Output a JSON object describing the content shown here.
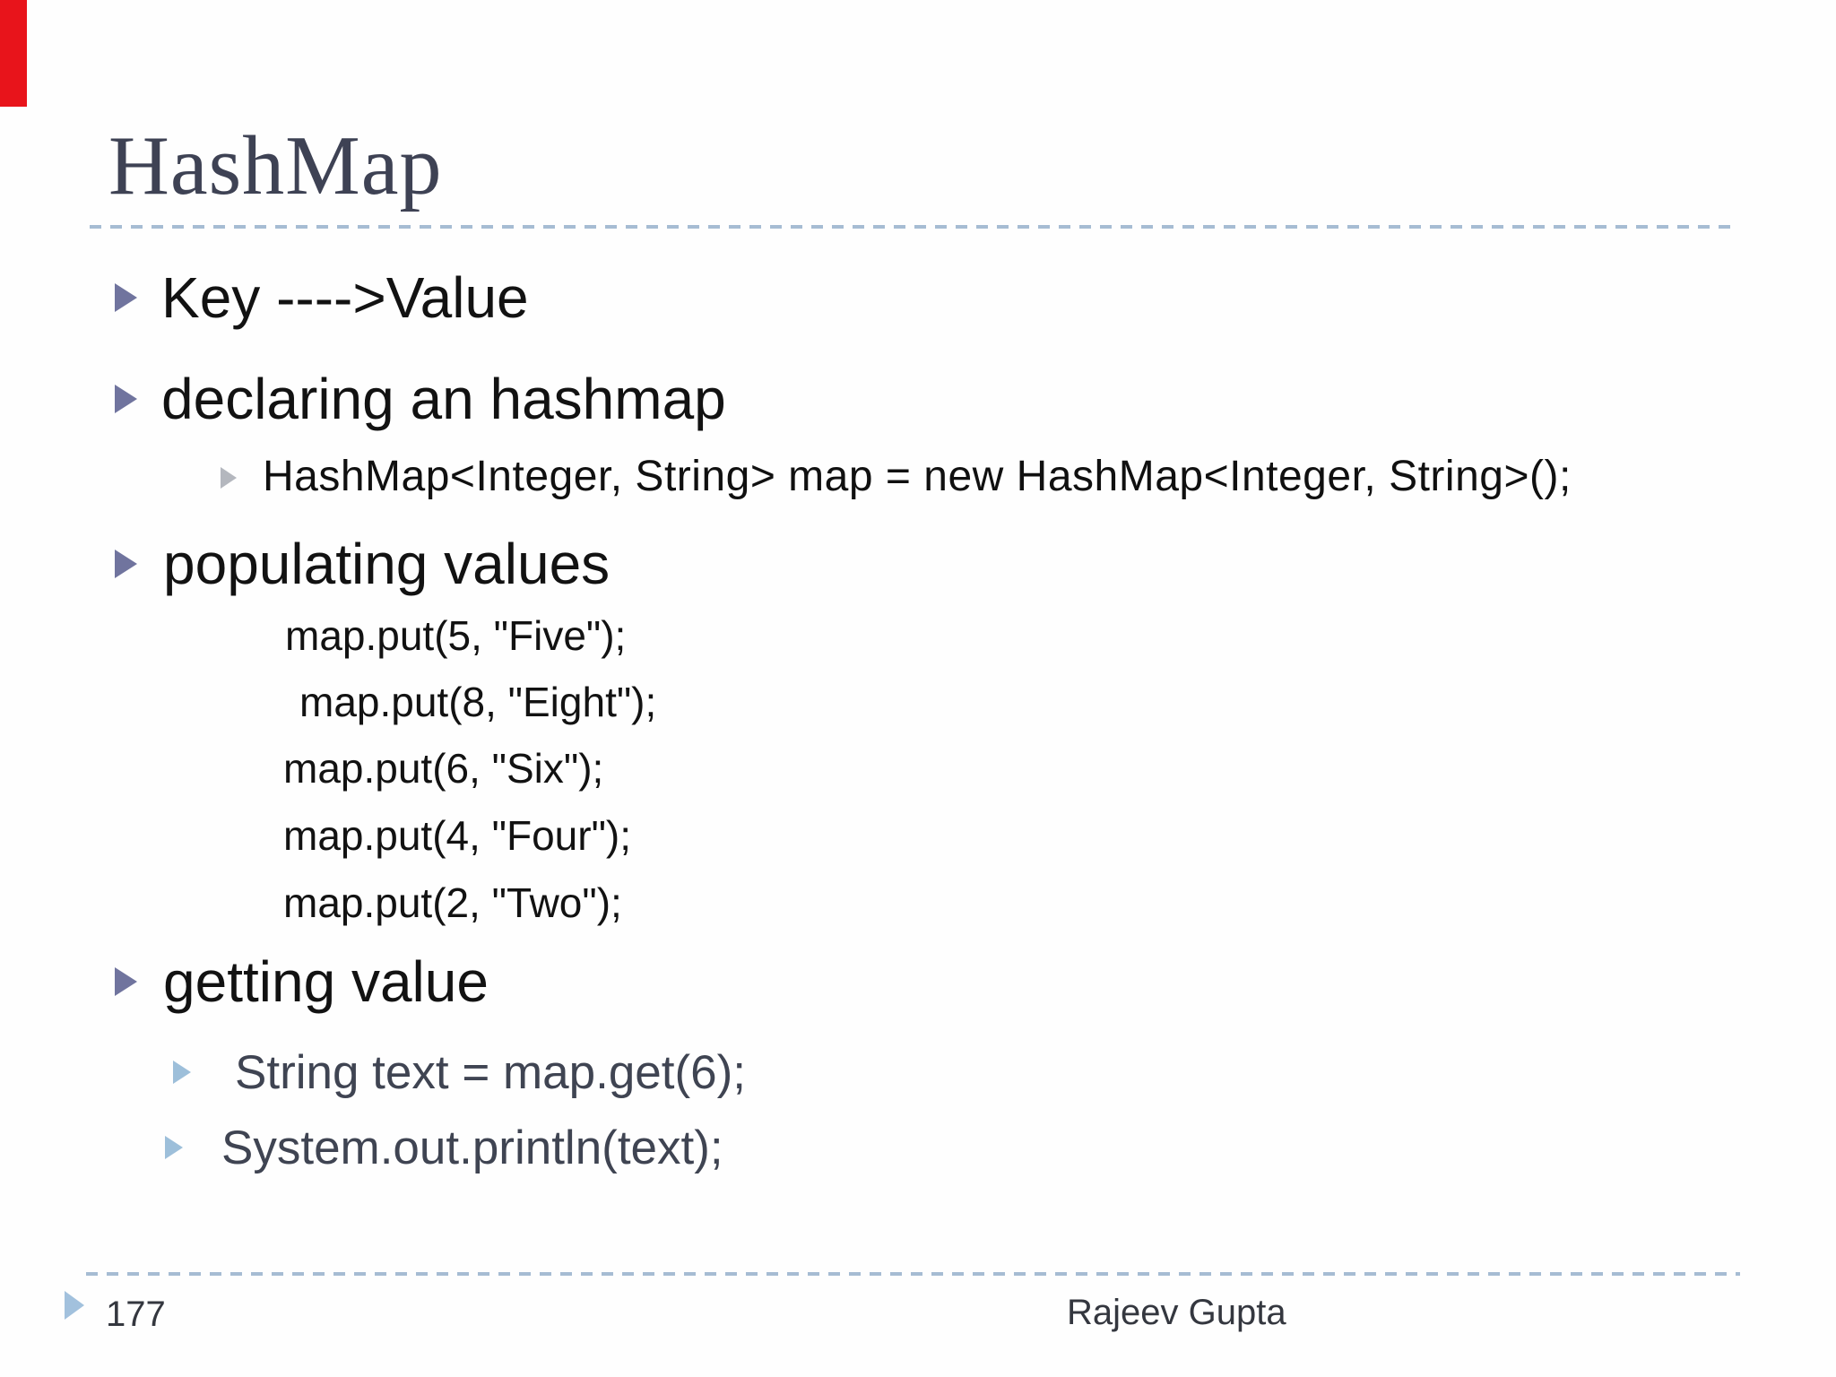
{
  "slide": {
    "title": "HashMap",
    "accent_bar_color": "#e8141b",
    "divider_color": "#a6bcd3",
    "bullet_level1_color": "#70749e",
    "bullet_gray_color": "#b4b7be",
    "bullet_blue_color": "#9dbfda",
    "items": [
      {
        "label": "Key ---->Value"
      },
      {
        "label": "declaring an hashmap"
      },
      {
        "label": "HashMap<Integer, String> map = new HashMap<Integer, String>();"
      },
      {
        "label": "populating values"
      },
      {
        "label": "map.put(5, \"Five\");"
      },
      {
        "label": "map.put(8, \"Eight\");"
      },
      {
        "label": "map.put(6, \"Six\");"
      },
      {
        "label": "map.put(4, \"Four\");"
      },
      {
        "label": "map.put(2, \"Two\");"
      },
      {
        "label": "getting value"
      },
      {
        "label": "String text = map.get(6);"
      },
      {
        "label": "System.out.println(text);"
      }
    ]
  },
  "footer": {
    "page_number": "177",
    "author": "Rajeev Gupta",
    "triangle_color": "#a2c1dd"
  }
}
